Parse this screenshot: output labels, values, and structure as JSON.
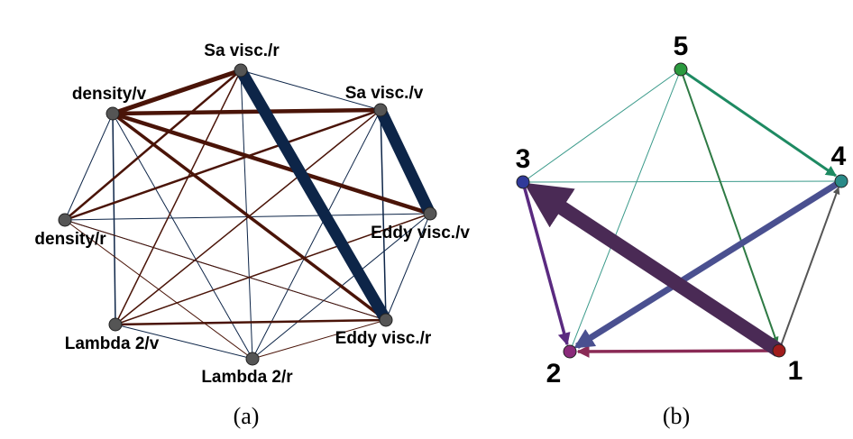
{
  "panel_a": {
    "caption": "(a)",
    "nodes": [
      {
        "id": "sa_visc_r",
        "label": "Sa visc./r"
      },
      {
        "id": "density_v",
        "label": "density/v"
      },
      {
        "id": "sa_visc_v",
        "label": "Sa visc./v"
      },
      {
        "id": "density_r",
        "label": "density/r"
      },
      {
        "id": "eddy_visc_v",
        "label": "Eddy visc./v"
      },
      {
        "id": "lambda2_v",
        "label": "Lambda 2/v"
      },
      {
        "id": "eddy_visc_r",
        "label": "Eddy visc./r"
      },
      {
        "id": "lambda2_r",
        "label": "Lambda 2/r"
      }
    ],
    "node_color": "#555555",
    "edge_colors": {
      "positive": "#4a1408",
      "negative": "#0d2548"
    }
  },
  "panel_b": {
    "caption": "(b)",
    "nodes": [
      {
        "id": "5",
        "label": "5",
        "color": "#2b9a3e"
      },
      {
        "id": "4",
        "label": "4",
        "color": "#2a8a88"
      },
      {
        "id": "3",
        "label": "3",
        "color": "#303a9a"
      },
      {
        "id": "2",
        "label": "2",
        "color": "#8a2a7a"
      },
      {
        "id": "1",
        "label": "1",
        "color": "#a01c1c"
      }
    ],
    "edge_colors": {
      "green_dark": "#2e7a44",
      "green_teal": "#1e8a62",
      "thin_teal": "#3a9a8a",
      "purple_big": "#4a2a55",
      "blue_purple": "#4a5090",
      "purple": "#5a2a80",
      "maroon": "#8a2a55",
      "gray": "#555555"
    }
  }
}
